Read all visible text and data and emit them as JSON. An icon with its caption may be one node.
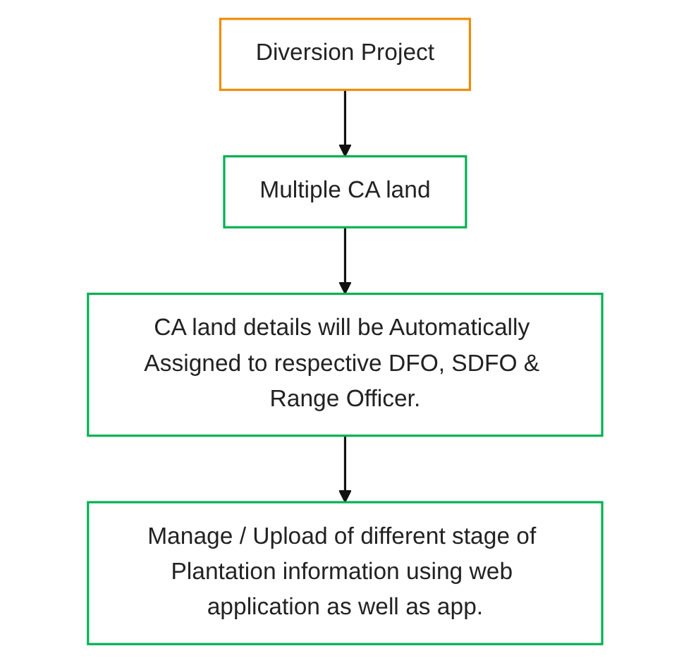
{
  "diagram": {
    "nodes": [
      {
        "text": [
          "Diversion Project"
        ]
      },
      {
        "text": [
          "Multiple CA land"
        ]
      },
      {
        "text": [
          "CA land details will be Automatically Assigned to respective DFO, SDFO & Range Officer."
        ]
      },
      {
        "text": [
          "Manage / Upload of different stage of Plantation information using web application as well as app."
        ]
      }
    ],
    "edges": [
      {
        "from": 0,
        "to": 1,
        "arrow": "to"
      },
      {
        "from": 1,
        "to": 2,
        "arrow": "to"
      },
      {
        "from": 2,
        "to": 3,
        "arrow": "to"
      }
    ]
  }
}
